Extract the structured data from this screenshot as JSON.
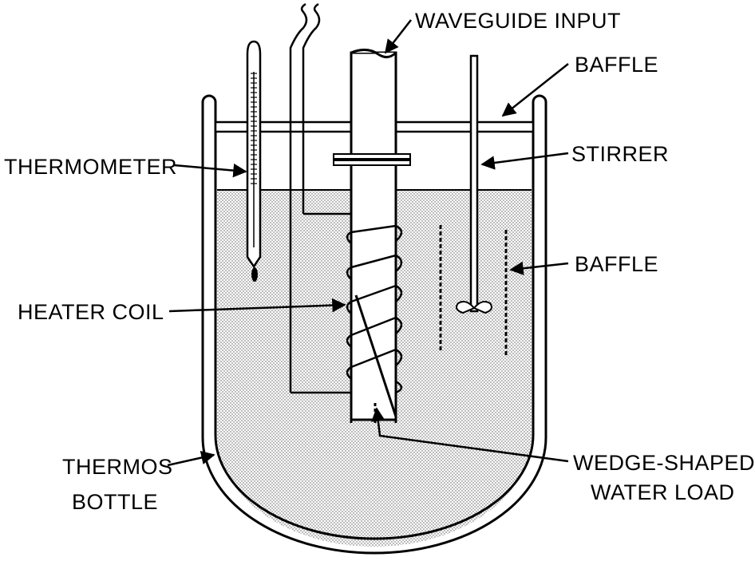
{
  "labels": {
    "waveguide_input": "WAVEGUIDE INPUT",
    "baffle_top": "BAFFLE",
    "thermometer": "THERMOMETER",
    "stirrer": "STIRRER",
    "baffle_right": "BAFFLE",
    "heater_coil": "HEATER COIL",
    "thermos_line1": "THERMOS",
    "thermos_line2": "BOTTLE",
    "wedge_line1": "WEDGE-SHAPED",
    "wedge_line2": "WATER LOAD"
  },
  "colors": {
    "ink": "#000000",
    "water": "#e6e6e6",
    "background": "#ffffff"
  }
}
